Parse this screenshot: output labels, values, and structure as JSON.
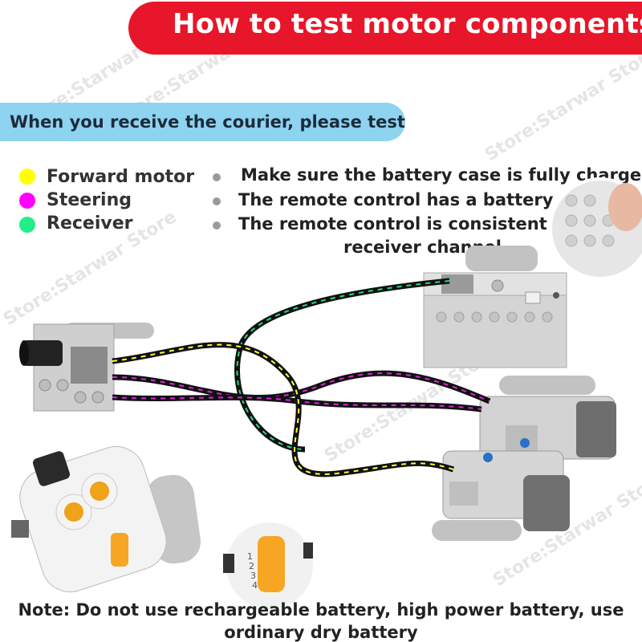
{
  "title": "How to test motor components",
  "subtitle": "When you receive the courier, please test",
  "legend": [
    {
      "label": "Forward motor",
      "color": "#ffff00"
    },
    {
      "label": "Steering",
      "color": "#ff00ff"
    },
    {
      "label": "Receiver",
      "color": "#22ee88"
    }
  ],
  "checklist": [
    "Make sure the battery case is fully charged",
    "The remote control has a battery",
    "The remote control is consistent on the",
    "receiver channel"
  ],
  "note_line1": "Note: Do not use rechargeable battery, high power battery, use",
  "note_line2": "ordinary dry battery",
  "watermark": "Store:Starwar Store",
  "channel_numbers": [
    "1",
    "2",
    "3",
    "4"
  ],
  "wire_colors": {
    "forward": "#ffff33",
    "steering": "#dd22dd",
    "receiver": "#22dd77"
  }
}
